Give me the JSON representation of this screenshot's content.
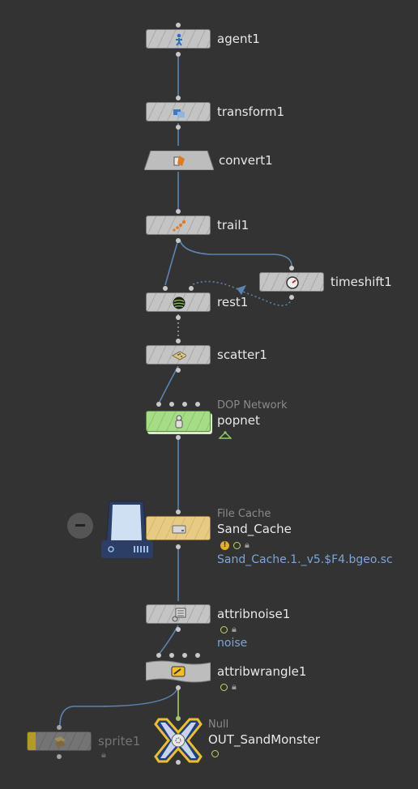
{
  "nodes": {
    "agent1": {
      "name": "agent1"
    },
    "transform1": {
      "name": "transform1"
    },
    "convert1": {
      "name": "convert1"
    },
    "trail1": {
      "name": "trail1"
    },
    "timeshift1": {
      "name": "timeshift1"
    },
    "rest1": {
      "name": "rest1"
    },
    "scatter1": {
      "name": "scatter1"
    },
    "popnet": {
      "type_label": "DOP Network",
      "name": "popnet"
    },
    "sand_cache": {
      "type_label": "File Cache",
      "name": "Sand_Cache",
      "file_path": "Sand_Cache.1._v5.$F4.bgeo.sc"
    },
    "attribnoise1": {
      "name": "attribnoise1",
      "sub": "noise"
    },
    "attribwrangle1": {
      "name": "attribwrangle1"
    },
    "sprite1": {
      "name": "sprite1"
    },
    "out": {
      "type_label": "Null",
      "name": "OUT_SandMonster"
    }
  },
  "colors": {
    "background": "#333333",
    "wire": "#5b84b1",
    "node_default": "#bdbdbd",
    "popnet": "#9ed47f",
    "file_cache": "#e3c57a",
    "sprite_flag": "#e0c020",
    "out_null": "#4a6fc9"
  }
}
